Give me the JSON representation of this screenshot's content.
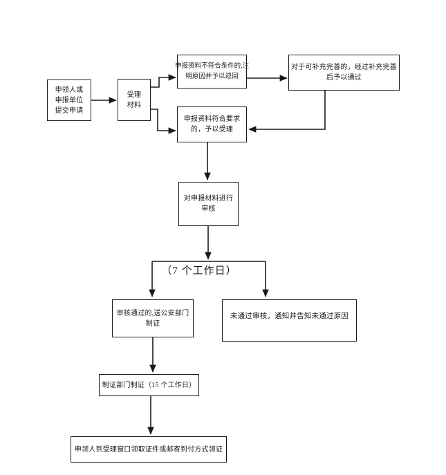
{
  "diagram": {
    "type": "flowchart",
    "colors": {
      "line": "#1a1a1a",
      "background": "#ffffff",
      "text": "#1a1a1a"
    },
    "nodes": {
      "apply": {
        "lines": [
          "申领人或",
          "申报单位",
          "提交申请"
        ]
      },
      "accept": {
        "lines": [
          "受理",
          "材料"
        ]
      },
      "reject": {
        "lines": [
          "申报资料不符合条件的,注",
          "明原因并予以退回"
        ]
      },
      "supplement": {
        "lines": [
          "对于可补充完善的，经过补充完善",
          "后予以通过"
        ]
      },
      "qualified": {
        "lines": [
          "申报资料符合要求",
          "的，予以受理"
        ]
      },
      "review": {
        "lines": [
          "对申报材料进行",
          "审核"
        ]
      },
      "pass": {
        "lines": [
          "审核通过的,送公安部门",
          "制证"
        ]
      },
      "fail": {
        "lines": [
          "未通过审核，通知并告知未通过原因"
        ]
      },
      "produce": {
        "lines": [
          "制证部门制证（15 个工作日）"
        ]
      },
      "collect": {
        "lines": [
          "申领人到受理窗口领取证件或邮寄到付方式领证"
        ]
      }
    },
    "labels": {
      "duration": "（7 个工作日）"
    }
  }
}
